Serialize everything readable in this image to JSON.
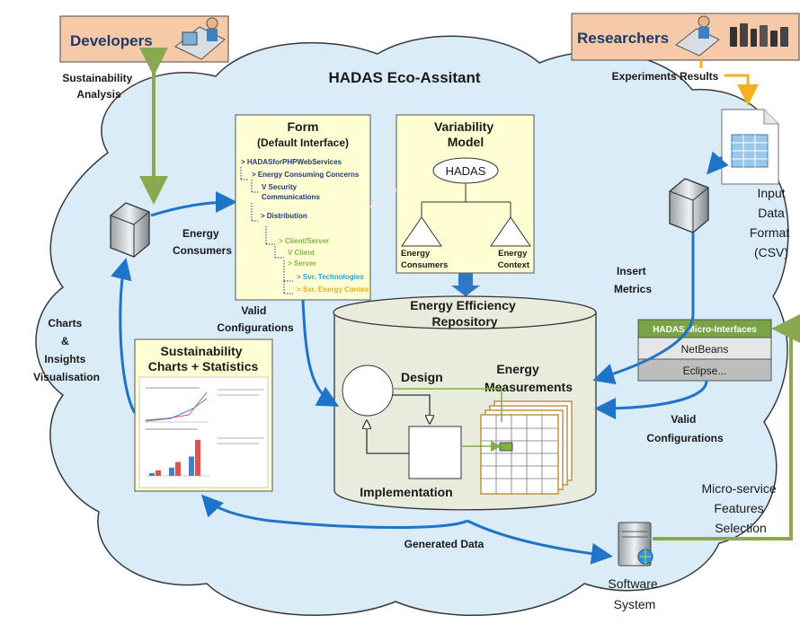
{
  "title": "HADAS Eco-Assitant",
  "actors": {
    "developers": "Developers",
    "researchers": "Researchers",
    "software_system": [
      "Software",
      "System"
    ]
  },
  "flows": {
    "sustainability_analysis": [
      "Sustainability",
      "Analysis"
    ],
    "experiments_results": "Experiments Results",
    "energy_consumers": [
      "Energy",
      "Consumers"
    ],
    "valid_configurations_left": [
      "Valid",
      "Configurations"
    ],
    "charts_insights": [
      "Charts",
      "&",
      "Insights",
      "Visualisation"
    ],
    "insert_metrics": [
      "Insert",
      "Metrics"
    ],
    "valid_configurations_right": [
      "Valid",
      "Configurations"
    ],
    "generated_data": "Generated Data",
    "microservice_selection": [
      "Micro-service",
      "Features",
      "Selection"
    ],
    "input_data_format": [
      "Input",
      "Data",
      "Format",
      "(CSV)"
    ]
  },
  "form": {
    "title": "Form",
    "subtitle": "(Default Interface)",
    "tree": [
      {
        "text": "HADASforPHPWebServices",
        "color": "#1f3a7a"
      },
      {
        "text": "Energy Consuming Concerns",
        "color": "#1f3a7a"
      },
      {
        "text": "Security",
        "color": "#1f3a7a"
      },
      {
        "text": "Communications",
        "color": "#1f3a7a"
      },
      {
        "text": "Distribution",
        "color": "#1f3a7a"
      },
      {
        "text": "Client/Server",
        "color": "#7fb24a"
      },
      {
        "text": "Client",
        "color": "#7fb24a"
      },
      {
        "text": "Server",
        "color": "#7fb24a"
      },
      {
        "text": "Svr. Technologies",
        "color": "#2aa3d8"
      },
      {
        "text": "Svr. Energy Context",
        "color": "#f0a81c"
      }
    ]
  },
  "variability_model": {
    "title": [
      "Variability",
      "Model"
    ],
    "root": "HADAS",
    "left": [
      "Energy",
      "Consumers"
    ],
    "right": [
      "Energy",
      "Context"
    ]
  },
  "repository": {
    "title": [
      "Energy Efficiency",
      "Repository"
    ],
    "design": "Design",
    "implementation": "Implementation",
    "measurements": [
      "Energy",
      "Measurements"
    ]
  },
  "charts_panel": {
    "title": [
      "Sustainability",
      "Charts + Statistics"
    ],
    "bar_values": [
      1,
      2,
      3,
      5,
      7,
      13
    ]
  },
  "micro_interfaces": {
    "title": "HADAS Micro-Interfaces",
    "items": [
      "NetBeans",
      "Eclipse..."
    ]
  },
  "colors": {
    "blue_arrow": "#1f74c9",
    "green_arrow": "#8aa84f",
    "orange_arrow": "#f5b120",
    "actor_box": "#f6c9a8",
    "panel_yellow": "#ffffd3",
    "repository": "#e9ecdc",
    "cloud": "#d9ecf7",
    "header_green": "#79a344"
  }
}
